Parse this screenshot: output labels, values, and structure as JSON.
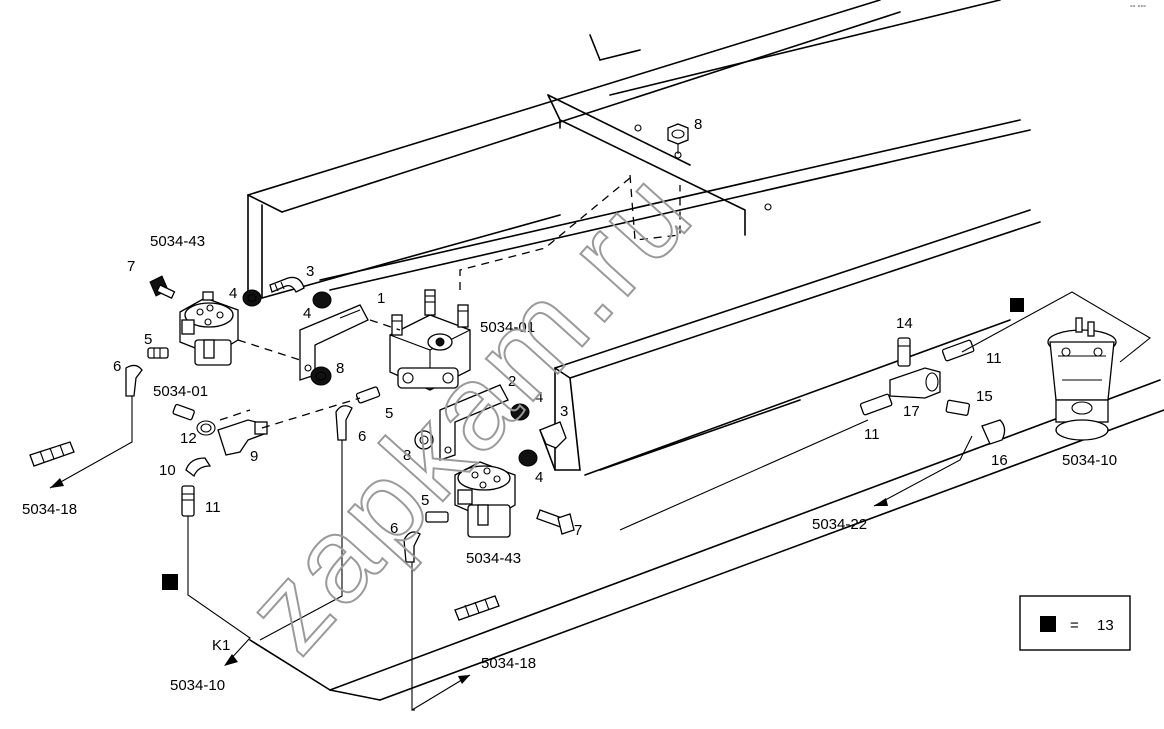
{
  "watermark": "zapkam.ru",
  "corner_mark": "°° °°°",
  "legend": {
    "equals": "=",
    "value": "13"
  },
  "labels": {
    "p1": "1",
    "p2": "2",
    "p3a": "3",
    "p3b": "3",
    "p4a": "4",
    "p4b": "4",
    "p4c": "4",
    "p4d": "4",
    "p5a": "5",
    "p5b": "5",
    "p5c": "5",
    "p6a": "6",
    "p6b": "6",
    "p6c": "6",
    "p7a": "7",
    "p7b": "7",
    "p8a": "8",
    "p8b": "8",
    "p8c": "8",
    "p9": "9",
    "p10": "10",
    "p11a": "11",
    "p11b": "11",
    "p11c": "11",
    "p12": "12",
    "p14": "14",
    "p15": "15",
    "p16": "16",
    "p17": "17",
    "k1": "K1"
  },
  "references": {
    "r5034_43a": "5034-43",
    "r5034_01a": "5034-01",
    "r5034_01b": "5034-01",
    "r5034_43b": "5034-43",
    "r5034_18a": "5034-18",
    "r5034_18b": "5034-18",
    "r5034_10a": "5034-10",
    "r5034_10b": "5034-10",
    "r5034_22": "5034-22"
  }
}
